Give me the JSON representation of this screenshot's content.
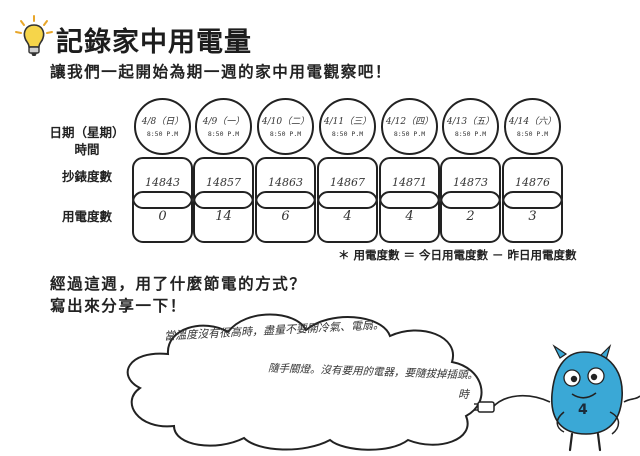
{
  "title": "記錄家中用電量",
  "instruction": "讓我們一起開始為期一週的家中用電觀察吧！",
  "labels": {
    "date": "日期（星期）",
    "time": "時間",
    "meter": "抄錶度數",
    "usage": "用電度數"
  },
  "days": [
    {
      "date": "4/8（日）",
      "time": "8:50 P.M",
      "meter": "14843",
      "usage": "0"
    },
    {
      "date": "4/9（一）",
      "time": "8:50 P.M",
      "meter": "14857",
      "usage": "14"
    },
    {
      "date": "4/10（二）",
      "time": "8:50 P.M",
      "meter": "14863",
      "usage": "6"
    },
    {
      "date": "4/11（三）",
      "time": "8:50 P.M",
      "meter": "14867",
      "usage": "4"
    },
    {
      "date": "4/12（四）",
      "time": "8:50 P.M",
      "meter": "14871",
      "usage": "4"
    },
    {
      "date": "4/13（五）",
      "time": "8:50 P.M",
      "meter": "14873",
      "usage": "2"
    },
    {
      "date": "4/14（六）",
      "time": "8:50 P.M",
      "meter": "14876",
      "usage": "3"
    }
  ],
  "formula": "＊ 用電度數 ＝ 今日用電度數 － 昨日用電度數",
  "question": {
    "line1": "經過這週，用了什麼節電的方式？",
    "line2": "寫出來分享一下！"
  },
  "answer": {
    "line1": "當溫度沒有很高時，盡量不要開冷氣、電扇。",
    "line2": "隨手關燈。沒有要用的電器，要隨拔掉插頭。",
    "line3": "時"
  },
  "mascot": {
    "number": "4",
    "color": "#3aa8d6"
  }
}
